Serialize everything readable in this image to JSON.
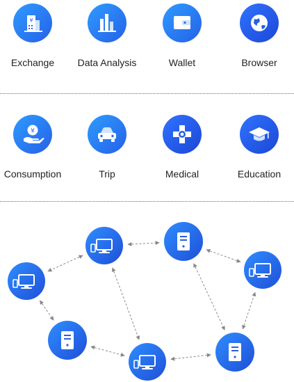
{
  "row1": [
    {
      "label": "Exchange",
      "icon": "exchange-building-icon"
    },
    {
      "label": "Data Analysis",
      "icon": "bar-chart-icon"
    },
    {
      "label": "Wallet",
      "icon": "wallet-icon"
    },
    {
      "label": "Browser",
      "icon": "globe-icon"
    }
  ],
  "row2": [
    {
      "label": "Consumption",
      "icon": "coin-hand-icon"
    },
    {
      "label": "Trip",
      "icon": "car-icon"
    },
    {
      "label": "Medical",
      "icon": "medical-cross-icon"
    },
    {
      "label": "Education",
      "icon": "graduation-cap-icon"
    }
  ],
  "network": {
    "nodes": [
      {
        "id": "n1",
        "type": "computer"
      },
      {
        "id": "n2",
        "type": "server"
      },
      {
        "id": "n3",
        "type": "computer"
      },
      {
        "id": "n4",
        "type": "computer"
      },
      {
        "id": "n5",
        "type": "server"
      },
      {
        "id": "n6",
        "type": "computer"
      },
      {
        "id": "n7",
        "type": "server"
      }
    ],
    "links": [
      [
        "n1",
        "n2"
      ],
      [
        "n1",
        "n3"
      ],
      [
        "n1",
        "n6"
      ],
      [
        "n2",
        "n4"
      ],
      [
        "n2",
        "n7"
      ],
      [
        "n3",
        "n5"
      ],
      [
        "n5",
        "n6"
      ],
      [
        "n6",
        "n7"
      ],
      [
        "n7",
        "n4"
      ]
    ]
  },
  "colors": {
    "gradient_start": "#2f9bff",
    "gradient_end": "#2561e8",
    "divider": "#6c6c6c"
  }
}
